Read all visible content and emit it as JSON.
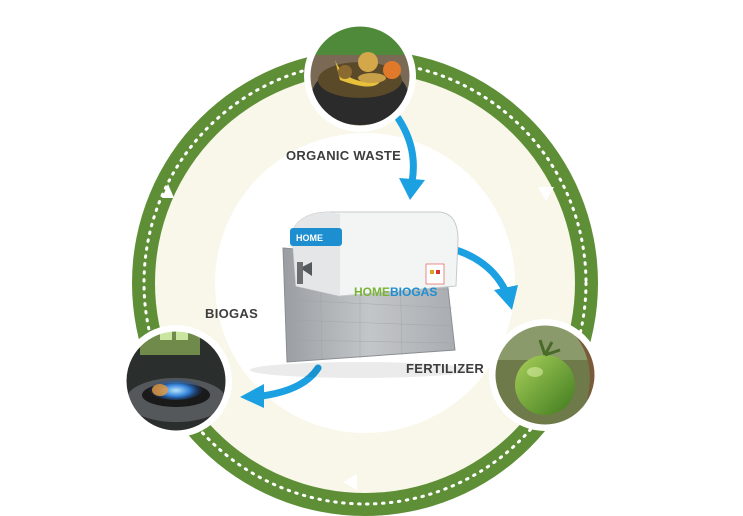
{
  "labels": {
    "organic_waste": "ORGANIC WASTE",
    "biogas": "BIOGAS",
    "fertilizer": "FERTILIZER"
  },
  "device": {
    "brand_prefix": "HOME",
    "brand_suffix": "BIOGAS"
  },
  "colors": {
    "ring_green": "#5e8f37",
    "inner_cream": "#f8f7e9",
    "flow_arrow_blue": "#1ba0e2",
    "text_dark": "#3d3d3d"
  },
  "icons": {
    "organic_waste": "organic-waste-photo-icon",
    "biogas": "gas-stove-flame-photo-icon",
    "fertilizer": "tomato-plant-photo-icon"
  }
}
